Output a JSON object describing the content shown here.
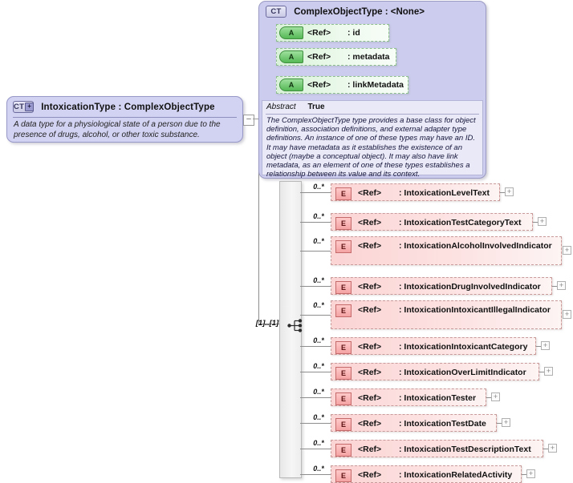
{
  "diagram": {
    "kind": "xsd-schema-diagram",
    "root_type": {
      "badge": "CT",
      "badge_expander": "+",
      "title": "IntoxicationType : ComplexObjectType",
      "documentation": "A data type for a physiological state of a person due to the presence of drugs, alcohol, or other toxic substance.",
      "collapse_glyph": "–"
    },
    "base_type": {
      "badge": "CT",
      "title": "ComplexObjectType : <None>",
      "attributes": [
        {
          "badge": "A",
          "ref": "<Ref>",
          "name": ": id"
        },
        {
          "badge": "A",
          "ref": "<Ref>",
          "name": ": metadata"
        },
        {
          "badge": "A",
          "ref": "<Ref>",
          "name": ": linkMetadata"
        }
      ],
      "abstract_label": "Abstract",
      "abstract_value": "True",
      "abstract_documentation": "The ComplexObjectType type provides a base class for object definition, association definitions, and external adapter type definitions. An instance of one of these types may have an ID. It may have metadata as it establishes the existence of an object (maybe a conceptual object). It may also have link metadata, as an element of one of these types establishes a relationship between its value and its context."
    },
    "sequence": {
      "cardinality": "[1]..[1]",
      "icon": "sequence-compositor"
    },
    "elements": [
      {
        "badge": "E",
        "ref": "<Ref>",
        "name": ": IntoxicationLevelText",
        "cardinality": "0..*",
        "expand": "+"
      },
      {
        "badge": "E",
        "ref": "<Ref>",
        "name": ": IntoxicationTestCategoryText",
        "cardinality": "0..*",
        "expand": "+"
      },
      {
        "badge": "E",
        "ref": "<Ref>",
        "name": ": IntoxicationAlcoholInvolvedIndicator",
        "cardinality": "0..*",
        "expand": "+"
      },
      {
        "badge": "E",
        "ref": "<Ref>",
        "name": ": IntoxicationDrugInvolvedIndicator",
        "cardinality": "0..*",
        "expand": "+"
      },
      {
        "badge": "E",
        "ref": "<Ref>",
        "name": ": IntoxicationIntoxicantIllegalIndicator",
        "cardinality": "0..*",
        "expand": "+"
      },
      {
        "badge": "E",
        "ref": "<Ref>",
        "name": ": IntoxicationIntoxicantCategory",
        "cardinality": "0..*",
        "expand": "+"
      },
      {
        "badge": "E",
        "ref": "<Ref>",
        "name": ": IntoxicationOverLimitIndicator",
        "cardinality": "0..*",
        "expand": "+"
      },
      {
        "badge": "E",
        "ref": "<Ref>",
        "name": ": IntoxicationTester",
        "cardinality": "0..*",
        "expand": "+"
      },
      {
        "badge": "E",
        "ref": "<Ref>",
        "name": ": IntoxicationTestDate",
        "cardinality": "0..*",
        "expand": "+"
      },
      {
        "badge": "E",
        "ref": "<Ref>",
        "name": ": IntoxicationTestDescriptionText",
        "cardinality": "0..*",
        "expand": "+"
      },
      {
        "badge": "E",
        "ref": "<Ref>",
        "name": ": IntoxicationRelatedActivity",
        "cardinality": "0..*",
        "expand": "+"
      }
    ],
    "colors": {
      "type_box_fill": "#d2d2f2",
      "type_box_border": "#9797c8",
      "attribute_fill": "#d8f2d8",
      "element_fill": "#fbd4d4",
      "sequence_bar": "#eeeeee",
      "connector": "#8d8d8d"
    }
  }
}
